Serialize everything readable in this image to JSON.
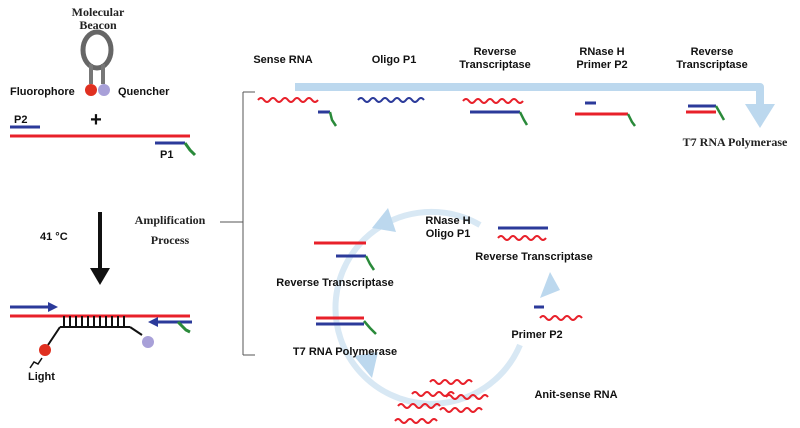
{
  "beacon": {
    "title_line1": "Molecular",
    "title_line2": "Beacon",
    "fluorophore": "Fluorophore",
    "quencher": "Quencher"
  },
  "template": {
    "p2": "P2",
    "plus": "+",
    "p1": "P1"
  },
  "detection": {
    "temperature": "41 °C",
    "light": "Light"
  },
  "process": {
    "line1": "Amplification",
    "line2": "Process"
  },
  "top_steps": {
    "sense_rna": "Sense RNA",
    "oligo_p1": "Oligo P1",
    "rt_line1": "Reverse",
    "rt_line2": "Transcriptase",
    "rnase_line1": "RNase H",
    "rnase_line2": "Primer P2",
    "rt2_line1": "Reverse",
    "rt2_line2": "Transcriptase",
    "t7": "T7 RNA Polymerase"
  },
  "cycle": {
    "rnase_line1": "RNase H",
    "rnase_line2": "Oligo P1",
    "rt_right": "Reverse Transcriptase",
    "rt_left": "Reverse Transcriptase",
    "t7": "T7 RNA Polymerase",
    "primer_p2": "Primer P2",
    "antisense": "Anit-sense RNA"
  },
  "colors": {
    "rna": "#e8202a",
    "dna": "#2b3a9a",
    "green": "#2a8a3a",
    "arrow": "#bcd8ee",
    "fluor": "#e03020",
    "quench": "#a8a0d8"
  }
}
